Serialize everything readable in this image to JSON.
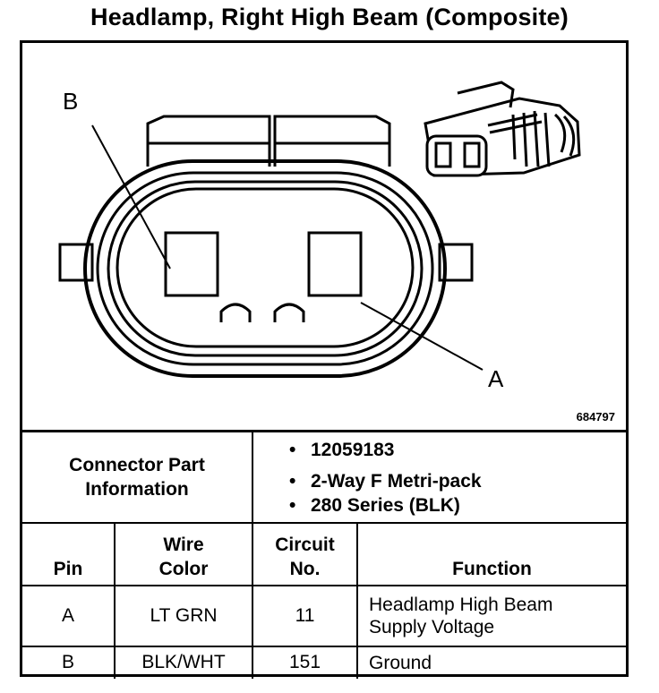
{
  "title": "Headlamp, Right High Beam (Composite)",
  "diagram": {
    "callouts": [
      "B",
      "A"
    ],
    "figure_number": "684797"
  },
  "connector_info": {
    "label_line1": "Connector Part",
    "label_line2": "Information",
    "items": [
      "12059183",
      "2-Way F Metri-pack",
      "280 Series (BLK)"
    ]
  },
  "table": {
    "headers": {
      "pin": "Pin",
      "wire_color_1": "Wire",
      "wire_color_2": "Color",
      "circuit_1": "Circuit",
      "circuit_2": "No.",
      "function": "Function"
    },
    "rows": [
      {
        "pin": "A",
        "wire_color": "LT GRN",
        "circuit": "11",
        "function_1": "Headlamp High Beam",
        "function_2": "Supply Voltage"
      },
      {
        "pin": "B",
        "wire_color": "BLK/WHT",
        "circuit": "151",
        "function_1": "Ground",
        "function_2": ""
      }
    ]
  }
}
